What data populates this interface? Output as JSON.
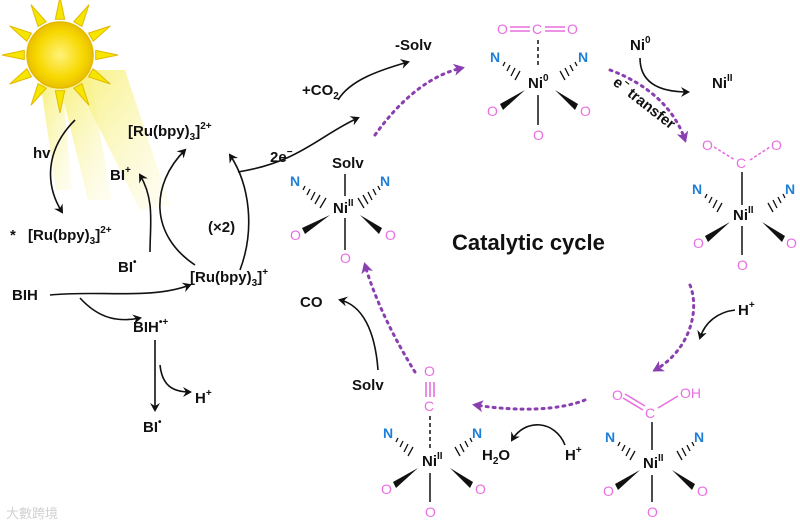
{
  "title": "Catalytic cycle",
  "photo": {
    "hv": "hv",
    "ru": "[Ru(bpy)",
    "ru_sub": "3",
    "ru_sup": "2+",
    "ru_star": "*",
    "ru_red_sup": "+",
    "bi_plus": "BI",
    "bi_plus_sup": "+",
    "bi_rad": "BI",
    "bi_rad_sup": "•",
    "bih": "BIH",
    "bih_rad": "BIH",
    "bih_rad_sup": "•+",
    "h_plus": "H",
    "h_plus_sup": "+",
    "bi_final": "BI",
    "bi_final_sup": "•",
    "x2": "(×2)",
    "two_e": "2e",
    "two_e_sup": "−"
  },
  "cycle": {
    "co2": "+CO",
    "co2_sub": "2",
    "solv_loss": "-Solv",
    "ni0": "Ni",
    "ni0_sup": "0",
    "ni_ii_sup": "II",
    "ni_zero_reagent": "Ni",
    "ni_zero_reagent_sup": "0",
    "ni_ii_product": "Ni",
    "ni_ii_product_sup": "II",
    "e_transfer": "e",
    "e_transfer_sup": "−",
    "e_transfer_text": " transfer",
    "h_plus_1": "H",
    "h_plus_1_sup": "+",
    "h_plus_2": "H",
    "h_plus_2_sup": "+",
    "h2o": "H",
    "h2o_sub": "2",
    "h2o_end": "O",
    "co": "CO",
    "solv_in": "Solv",
    "solv_ligand": "Solv",
    "n": "N",
    "o": "O",
    "c": "C",
    "oh": "OH"
  },
  "watermark": "大數跨境",
  "colors": {
    "nitrogen": "#1f7fd6",
    "oxygen": "#e86fe0",
    "cycle_arrow": "#8a3fb0",
    "sun_core": "#f7d800",
    "sun_ray": "#f5e600"
  }
}
